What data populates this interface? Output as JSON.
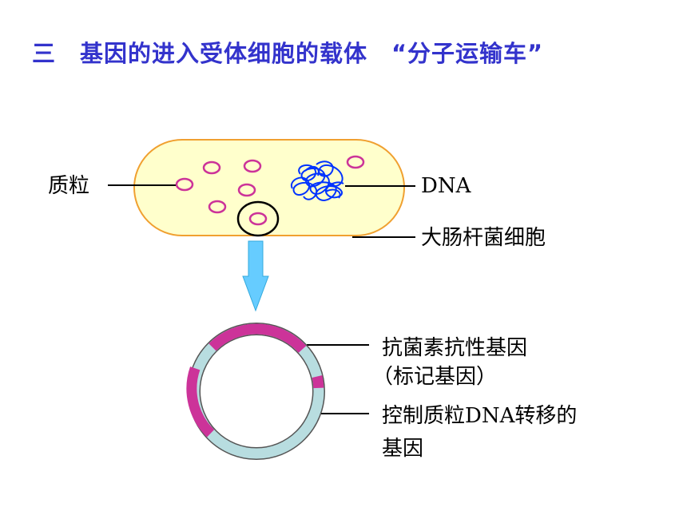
{
  "title": "三　基因的进入受体细胞的载体　“分子运输车”",
  "labels": {
    "plasmid": "质粒",
    "dna": "DNA",
    "ecoli": "大肠杆菌细胞",
    "resistance_gene_line1": "抗菌素抗性基因",
    "resistance_gene_line2": "（标记基因）",
    "transfer_gene_line1": "控制质粒DNA转移的",
    "transfer_gene_line2": "基因"
  },
  "colors": {
    "title": "#3333cc",
    "cell_fill": "#ffffcc",
    "cell_stroke": "#f0a030",
    "plasmid_ring": "#cc3399",
    "dna_coil": "#0033ff",
    "arrow": "#66ccff",
    "plasmid_backbone": "#b8dde0",
    "plasmid_marker": "#cc3399"
  }
}
